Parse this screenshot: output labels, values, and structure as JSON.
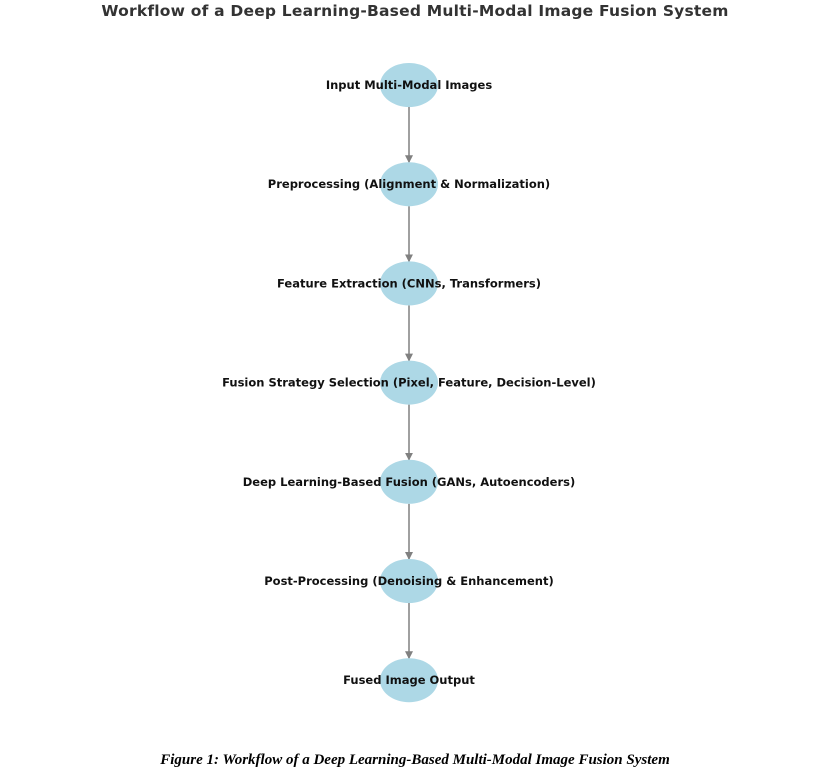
{
  "title": "Workflow of a Deep Learning-Based Multi-Modal Image Fusion System",
  "caption": "Figure 1: Workflow of a Deep Learning-Based Multi-Modal Image Fusion System",
  "colors": {
    "node_fill": "#add8e6",
    "edge": "#808080",
    "label": "#111111"
  },
  "steps": [
    {
      "id": "input",
      "label": "Input Multi-Modal Images"
    },
    {
      "id": "preprocessing",
      "label": "Preprocessing (Alignment & Normalization)"
    },
    {
      "id": "feature-extraction",
      "label": "Feature Extraction (CNNs, Transformers)"
    },
    {
      "id": "fusion-strategy",
      "label": "Fusion Strategy Selection (Pixel, Feature, Decision-Level)"
    },
    {
      "id": "dl-fusion",
      "label": "Deep Learning-Based Fusion (GANs, Autoencoders)"
    },
    {
      "id": "post-processing",
      "label": "Post-Processing (Denoising & Enhancement)"
    },
    {
      "id": "output",
      "label": "Fused Image Output"
    }
  ]
}
